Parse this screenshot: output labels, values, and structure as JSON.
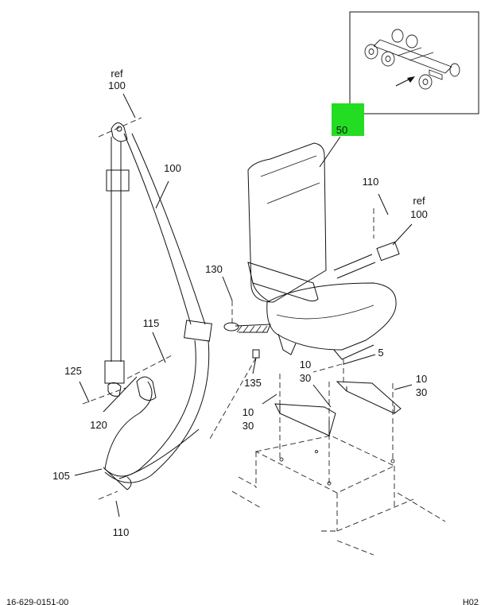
{
  "highlight_color": "#22dd22",
  "callouts": {
    "ref_100_top": [
      "ref",
      "100"
    ],
    "belt_100": "100",
    "seat_50": "50",
    "c110_right": "110",
    "ref_100_right": [
      "ref",
      "100"
    ],
    "c130": "130",
    "c115": "115",
    "c5": "5",
    "c125": "125",
    "c135": "135",
    "c10_30_mid": [
      "10",
      "30"
    ],
    "c10_30_right": [
      "10",
      "30"
    ],
    "c10_30_left": [
      "10",
      "30"
    ],
    "c120": "120",
    "c105": "105",
    "c110_bottom": "110"
  },
  "footer": {
    "part_number": "16-629-0151-00",
    "sheet": "H02"
  }
}
